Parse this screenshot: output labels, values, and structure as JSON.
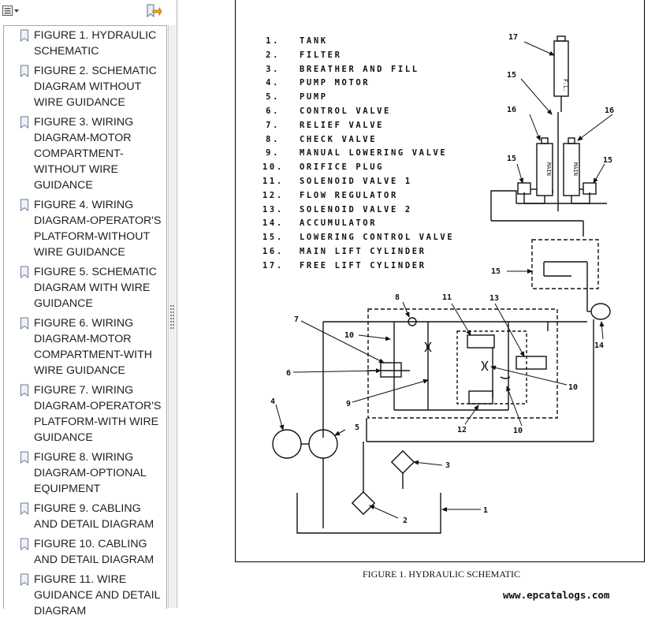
{
  "sidebar": {
    "toolbar": {
      "options_icon": "bookmark-options-icon",
      "export_icon": "expand-bookmark-icon"
    },
    "bookmarks": [
      {
        "label": "FIGURE 1. HYDRAULIC SCHEMATIC"
      },
      {
        "label": "FIGURE 2. SCHEMATIC DIAGRAM WITHOUT WIRE GUIDANCE"
      },
      {
        "label": "FIGURE 3. WIRING DIAGRAM-MOTOR COMPARTMENT-WITHOUT WIRE GUIDANCE"
      },
      {
        "label": "FIGURE 4. WIRING DIAGRAM-OPERATOR'S PLATFORM-WITHOUT WIRE GUIDANCE"
      },
      {
        "label": "FIGURE 5. SCHEMATIC DIAGRAM WITH WIRE GUIDANCE"
      },
      {
        "label": "FIGURE 6. WIRING DIAGRAM-MOTOR COMPARTMENT-WITH WIRE GUIDANCE"
      },
      {
        "label": "FIGURE 7. WIRING DIAGRAM-OPERATOR'S PLATFORM-WITH WIRE GUIDANCE"
      },
      {
        "label": "FIGURE 8. WIRING DIAGRAM-OPTIONAL EQUIPMENT"
      },
      {
        "label": "FIGURE 9. CABLING AND DETAIL DIAGRAM"
      },
      {
        "label": "FIGURE 10. CABLING AND DETAIL DIAGRAM"
      },
      {
        "label": "FIGURE 11. WIRE GUIDANCE AND DETAIL DIAGRAM"
      }
    ]
  },
  "document": {
    "legend": [
      {
        "num": "1.",
        "text": "TANK"
      },
      {
        "num": "2.",
        "text": "FILTER"
      },
      {
        "num": "3.",
        "text": "BREATHER AND FILL"
      },
      {
        "num": "4.",
        "text": "PUMP MOTOR"
      },
      {
        "num": "5.",
        "text": "PUMP"
      },
      {
        "num": "6.",
        "text": "CONTROL VALVE"
      },
      {
        "num": "7.",
        "text": "RELIEF VALVE"
      },
      {
        "num": "8.",
        "text": "CHECK VALVE"
      },
      {
        "num": "9.",
        "text": "MANUAL LOWERING VALVE"
      },
      {
        "num": "10.",
        "text": "ORIFICE PLUG"
      },
      {
        "num": "11.",
        "text": "SOLENOID VALVE 1"
      },
      {
        "num": "12.",
        "text": "FLOW REGULATOR"
      },
      {
        "num": "13.",
        "text": "SOLENOID VALVE 2"
      },
      {
        "num": "14.",
        "text": "ACCUMULATOR"
      },
      {
        "num": "15.",
        "text": "LOWERING CONTROL VALVE"
      },
      {
        "num": "16.",
        "text": "MAIN LIFT CYLINDER"
      },
      {
        "num": "17.",
        "text": "FREE LIFT CYLINDER"
      }
    ],
    "callouts": {
      "c1": "1",
      "c2": "2",
      "c3": "3",
      "c4": "4",
      "c5": "5",
      "c6": "6",
      "c7": "7",
      "c8": "8",
      "c9": "9",
      "c10a": "10",
      "c10b": "10",
      "c10c": "10",
      "c11": "11",
      "c12": "12",
      "c13": "13",
      "c14": "14",
      "c15a": "15",
      "c15b": "15",
      "c15c": "15",
      "c15d": "15",
      "c16a": "16",
      "c16b": "16",
      "c17": "17"
    },
    "cylinder_labels": {
      "free_lift": "F.L.",
      "main_left": "MAIN",
      "main_right": "MAIN"
    },
    "caption": "FIGURE 1. HYDRAULIC SCHEMATIC",
    "watermark": "www.epcatalogs.com"
  }
}
